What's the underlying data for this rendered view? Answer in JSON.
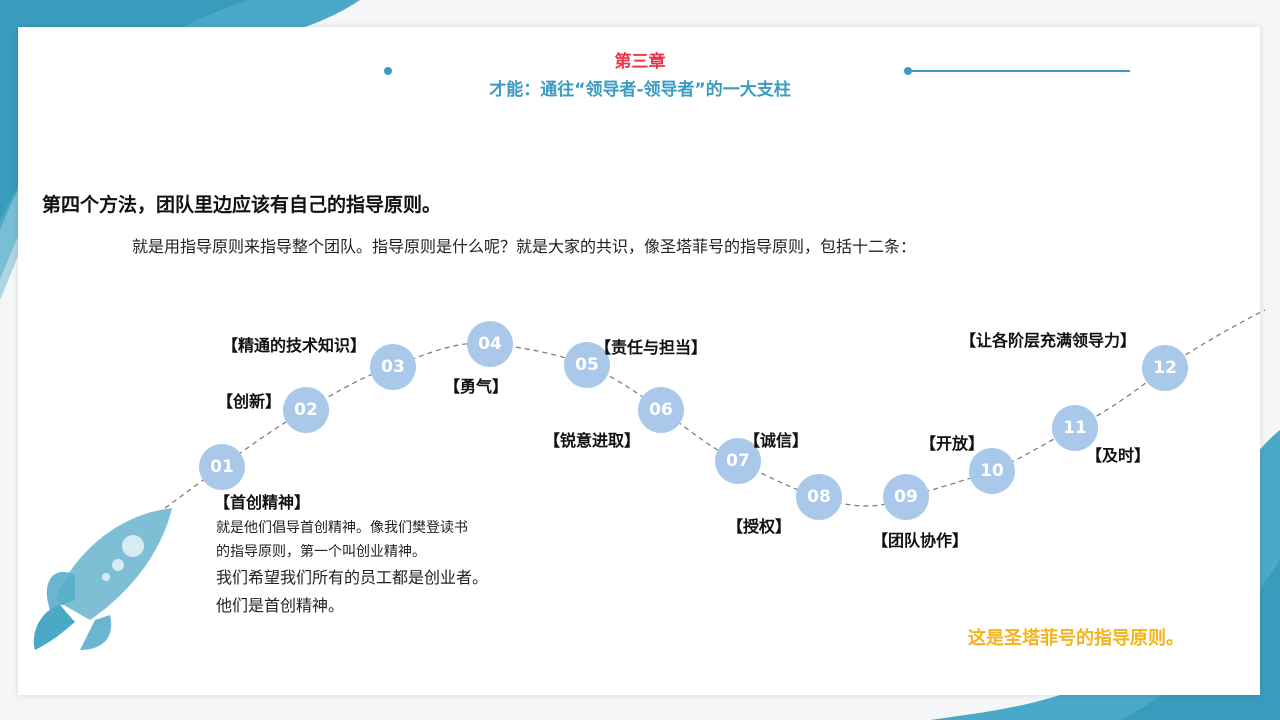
{
  "header": {
    "chapter": "第三章",
    "subtitle": "才能：通往“领导者-领导者”的一大支柱"
  },
  "heading": "第四个方法，团队里边应该有自己的指导原则。",
  "intro": "就是用指导原则来指导整个团队。指导原则是什么呢？就是大家的共识，像圣塔菲号的指导原则，包括十二条：",
  "nodes": [
    "01",
    "02",
    "03",
    "04",
    "05",
    "06",
    "07",
    "08",
    "09",
    "10",
    "11",
    "12"
  ],
  "labels": [
    "【首创精神】",
    "【创新】",
    "【精通的技术知识】",
    "【勇气】",
    "【责任与担当】",
    "【锐意进取】",
    "【诚信】",
    "【授权】",
    "【团队协作】",
    "【开放】",
    "【及时】",
    "【让各阶层充满领导力】"
  ],
  "description": [
    "就是他们倡导首创精神。像我们樊登读书",
    "的指导原则，第一个叫创业精神。",
    "我们希望我们所有的员工都是创业者。",
    "他们是首创精神。"
  ],
  "footer": "这是圣塔菲号的指导原则。",
  "colors": {
    "accent": "#3a9cc0",
    "red": "#e8374d",
    "node": "#a9c8ea",
    "yellow": "#f6b21b"
  }
}
